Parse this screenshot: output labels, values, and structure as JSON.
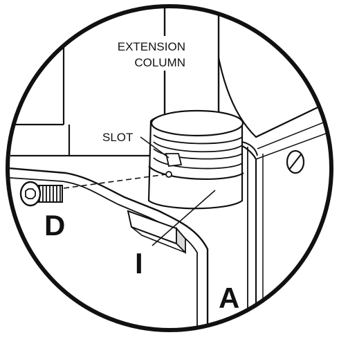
{
  "labels": {
    "extension_line1": "EXTENSION",
    "extension_line2": "COLUMN",
    "slot": "SLOT",
    "callout_d": "D",
    "callout_i": "I",
    "callout_a": "A"
  },
  "colors": {
    "ink": "#111111",
    "shade": "#d9d9d9",
    "background": "#ffffff"
  }
}
